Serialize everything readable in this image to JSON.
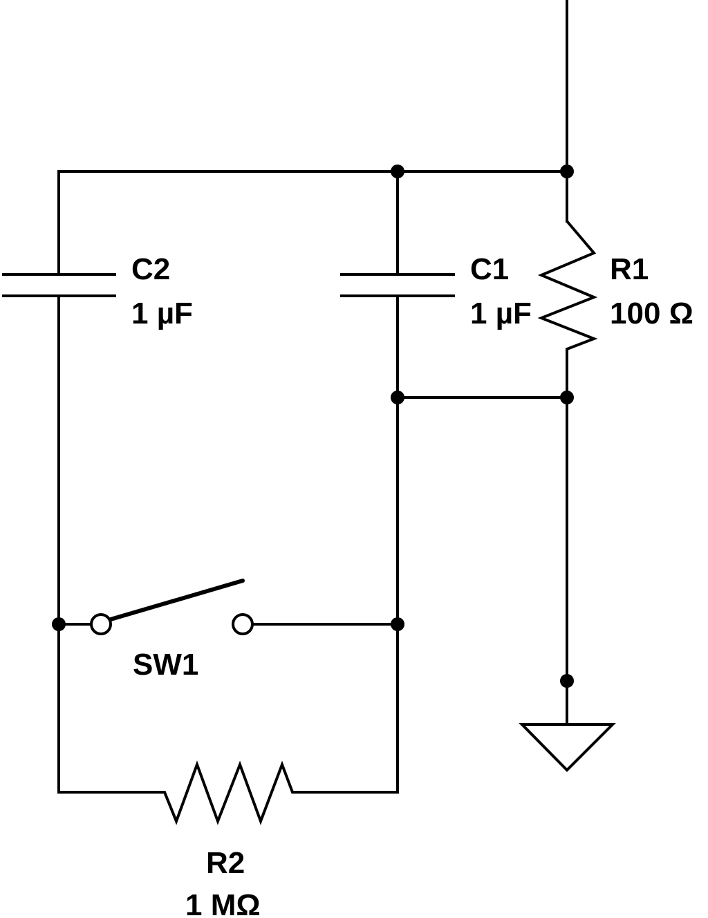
{
  "components": {
    "C2": {
      "ref": "C2",
      "value": "1 µF",
      "type": "capacitor"
    },
    "C1": {
      "ref": "C1",
      "value": "1 µF",
      "type": "capacitor"
    },
    "R1": {
      "ref": "R1",
      "value": "100 Ω",
      "type": "resistor"
    },
    "R2": {
      "ref": "R2",
      "value": "1 MΩ",
      "type": "resistor"
    },
    "SW1": {
      "ref": "SW1",
      "type": "switch",
      "state": "open"
    },
    "GND": {
      "type": "ground"
    }
  }
}
